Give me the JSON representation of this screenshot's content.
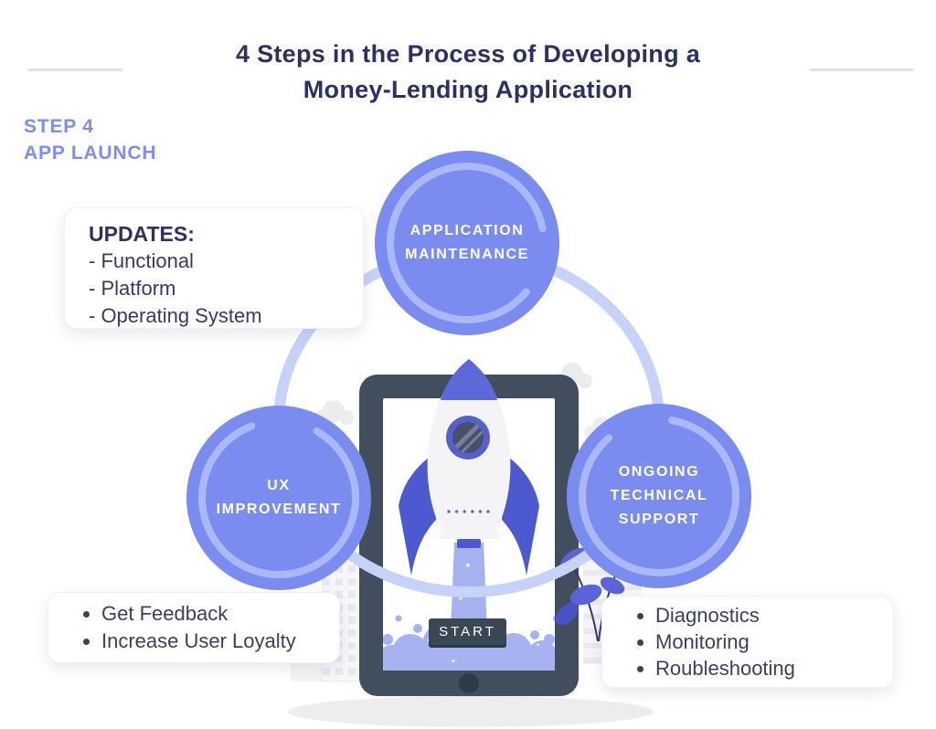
{
  "header": {
    "title_line1": "4 Steps in the Process of Developing a",
    "title_line2": "Money-Lending Application",
    "step_label": "STEP 4",
    "step_name": "APP LAUNCH"
  },
  "circles": {
    "maintenance": {
      "line1": "APPLICATION",
      "line2": "MAINTENANCE"
    },
    "ux": {
      "line1": "UX",
      "line2": "IMPROVEMENT"
    },
    "support": {
      "line1": "ONGOING",
      "line2": "TECHNICAL",
      "line3": "SUPPORT"
    }
  },
  "cards": {
    "updates": {
      "heading": "UPDATES:",
      "items": [
        "- Functional",
        "- Platform",
        "- Operating System"
      ]
    },
    "feedback": {
      "items": [
        "Get Feedback",
        "Increase User Loyalty"
      ]
    },
    "diagnostics": {
      "items": [
        "Diagnostics",
        "Monitoring",
        "Roubleshooting"
      ]
    }
  },
  "tablet": {
    "start_label": "START"
  },
  "colors": {
    "accent": "#7b8cf0",
    "accent_light_ring": "#aab9f6",
    "connector": "#c7d2f9",
    "title_text": "#2c3063",
    "step_text": "#7d8df0",
    "tablet_frame": "#404e5d",
    "start_button_bg": "#3a4755",
    "rocket_fin": "#4d59ce",
    "smoke": "#a7b2f0",
    "card_text": "#39425c"
  }
}
